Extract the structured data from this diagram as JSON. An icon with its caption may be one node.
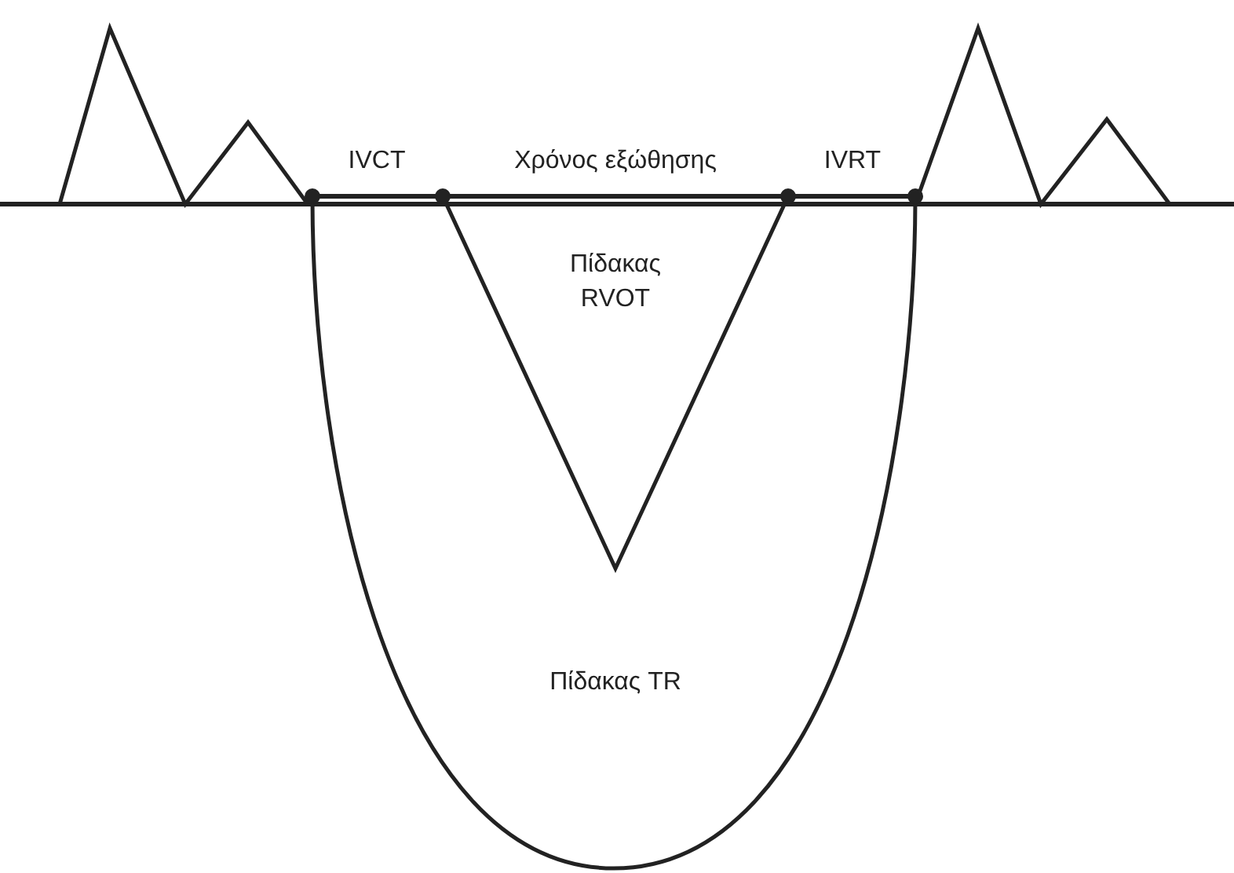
{
  "diagram": {
    "labels": [
      "IVCT",
      "Χρόνος εξώθησης",
      "IVRT",
      "Πίδακας RVOT",
      "Πίδακας TR"
    ]
  }
}
